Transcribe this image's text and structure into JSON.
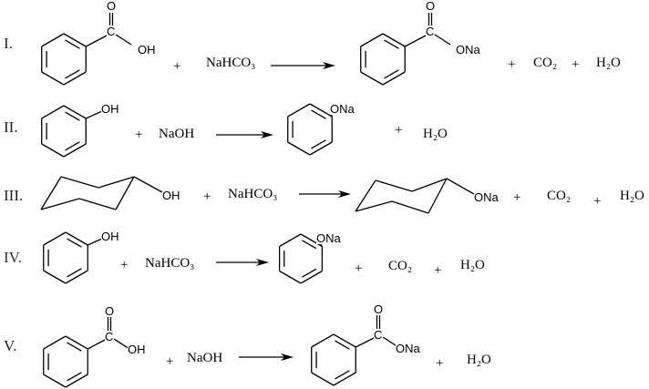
{
  "reactions": [
    {
      "label": "I.",
      "reactant_sub": [
        "O",
        "C",
        "OH"
      ],
      "reagent": "NaHCO₃",
      "plus": "+",
      "product_sub": [
        "O",
        "C",
        "ONa"
      ],
      "byproducts": [
        "CO₂",
        "H₂O"
      ]
    },
    {
      "label": "II.",
      "reactant_sub": [
        "OH"
      ],
      "reagent": "NaOH",
      "plus": "+",
      "product_sub": [
        "ONa"
      ],
      "byproducts": [
        "H₂O"
      ]
    },
    {
      "label": "III.",
      "reactant_sub": [
        "OH"
      ],
      "reagent": "NaHCO₃",
      "plus": "+",
      "product_sub": [
        "ONa"
      ],
      "byproducts": [
        "CO₂",
        "H₂O"
      ]
    },
    {
      "label": "IV.",
      "reactant_sub": [
        "OH"
      ],
      "reagent": "NaHCO₃",
      "plus": "+",
      "product_sub": [
        "ONa"
      ],
      "byproducts": [
        "CO₂",
        "H₂O"
      ]
    },
    {
      "label": "V.",
      "reactant_sub": [
        "O",
        "C",
        "OH"
      ],
      "reagent": "NaOH",
      "plus": "+",
      "product_sub": [
        "O",
        "C",
        "ONa"
      ],
      "byproducts": [
        "H₂O"
      ]
    }
  ]
}
